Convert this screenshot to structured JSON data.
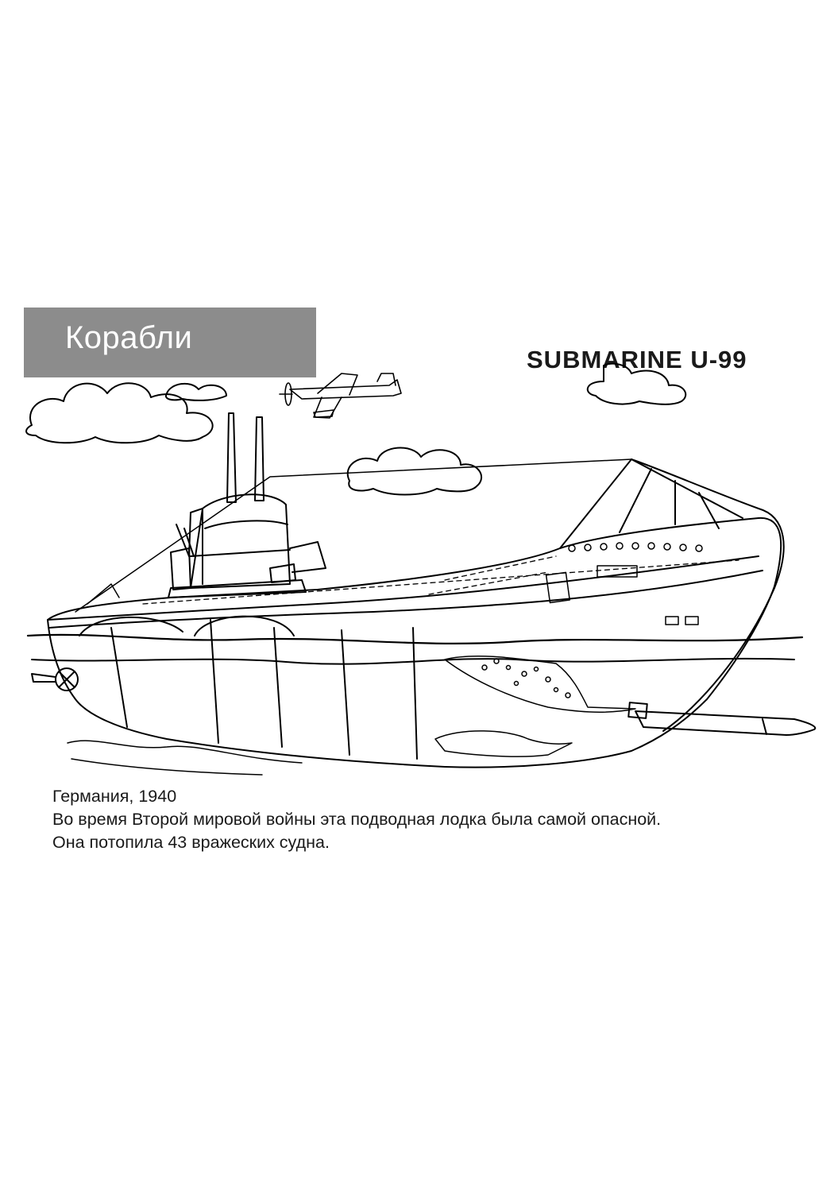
{
  "banner": {
    "category": "Корабли"
  },
  "title": "SUBMARINE U-99",
  "illustration": {
    "subject": "submarine-line-art",
    "stroke_color": "#000000",
    "fill_color": "#ffffff"
  },
  "caption": {
    "line1": "Германия, 1940",
    "line2": "Во время Второй мировой войны эта подводная лодка  была самой  опасной.",
    "line3": "Она потопила 43 вражеских судна."
  }
}
